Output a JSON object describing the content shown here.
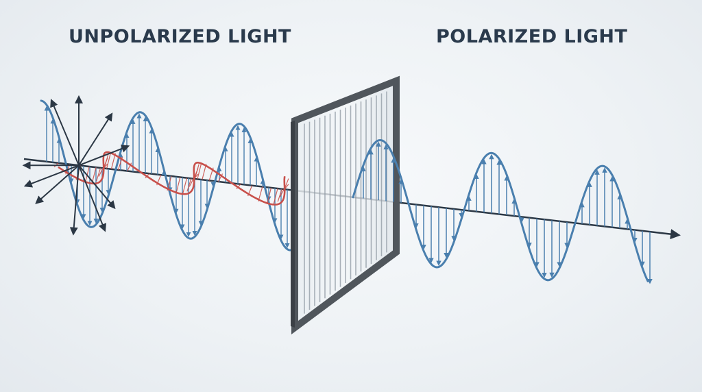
{
  "labels": {
    "unpolarized": "UNPOLARIZED LIGHT",
    "polarized": "POLARIZED LIGHT"
  },
  "colors": {
    "background": "#eef2f5",
    "wave_blue": "#4a7fae",
    "wave_red": "#c8504b",
    "axis_dark": "#2b3744",
    "filter_frame": "#50565c",
    "text": "#2a3a4c"
  },
  "icons": [
    "polarizing-filter",
    "direction-arrow"
  ]
}
